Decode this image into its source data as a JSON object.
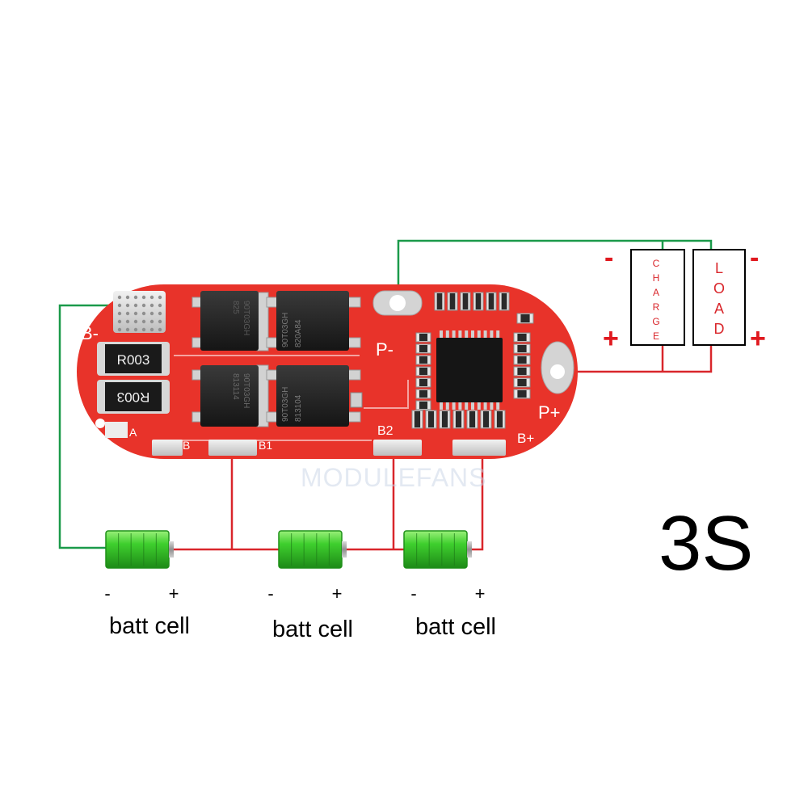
{
  "board": {
    "pad_labels": {
      "b_minus": "B-",
      "p_minus": "P-",
      "p_plus": "P+",
      "b_plus": "B+",
      "a": "A",
      "b": "B",
      "b1": "B1",
      "b2": "B2"
    },
    "resistors": [
      "R003",
      "R003"
    ],
    "mosfets": [
      {
        "line1": "90T03GH",
        "line2": "825"
      },
      {
        "line1": "90T03GH",
        "line2": "820A84"
      },
      {
        "line1": "90T03GH",
        "line2": "813114"
      },
      {
        "line1": "90T03GH",
        "line2": "813104"
      }
    ]
  },
  "watermark": "MODULEFANS",
  "charge_box": {
    "label": "CHARGE",
    "letters": [
      "C",
      "H",
      "A",
      "R",
      "G",
      "E"
    ]
  },
  "load_box": {
    "label": "LOAD",
    "letters": [
      "L",
      "O",
      "A",
      "D"
    ]
  },
  "polarity": {
    "minus": "-",
    "plus": "+"
  },
  "cells": [
    {
      "minus": "-",
      "plus": "+",
      "label": "batt cell"
    },
    {
      "minus": "-",
      "plus": "+",
      "label": "batt cell"
    },
    {
      "minus": "-",
      "plus": "+",
      "label": "batt cell"
    }
  ],
  "config_label": "3S",
  "colors": {
    "pcb": "#e8332a",
    "pcb_dark": "#c91f17",
    "wire_green": "#1b9a4a",
    "wire_red": "#d9262b",
    "polarity_red": "#e0191f",
    "battery_green": "#39c92d",
    "battery_green_dark": "#1f8f19"
  }
}
